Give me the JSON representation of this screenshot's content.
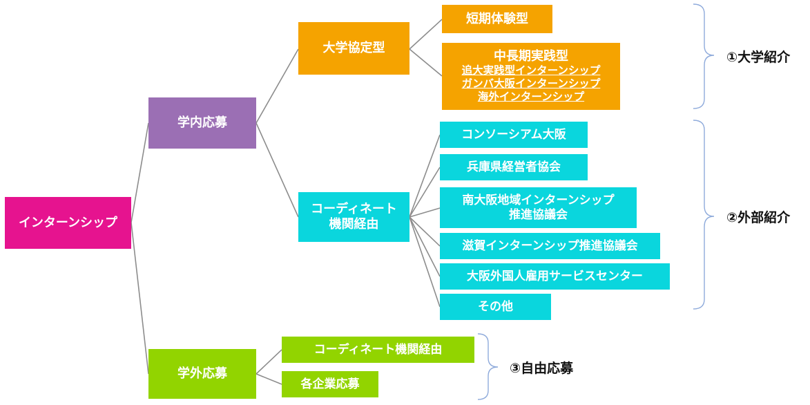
{
  "root": {
    "label": "インターンシップ",
    "color": "#e6138f"
  },
  "branches": {
    "internal": {
      "label": "学内応募",
      "color": "#9b6fb4"
    },
    "external": {
      "label": "学外応募",
      "color": "#92d400"
    }
  },
  "internal_children": {
    "agreement": {
      "label": "大学協定型",
      "color": "#f5a300"
    },
    "coordinate": {
      "label_line1": "コーディネート",
      "label_line2": "機関経由",
      "color": "#0ad6dd"
    }
  },
  "agreement_children": {
    "short": {
      "label": "短期体験型"
    },
    "long": {
      "title": "中長期実践型",
      "links": [
        "追大実践型インターンシップ",
        "ガンバ大阪インターンシップ",
        "海外インターンシップ"
      ]
    }
  },
  "coordinate_children": [
    {
      "label": "コンソーシアム大阪"
    },
    {
      "label": "兵庫県経営者協会"
    },
    {
      "label": "南大阪地域インターンシップ",
      "label2": "推進協議会"
    },
    {
      "label": "滋賀インターンシップ推進協議会"
    },
    {
      "label": "大阪外国人雇用サービスセンター"
    },
    {
      "label": "その他"
    }
  ],
  "external_children": [
    {
      "label": "コーディネート機関経由"
    },
    {
      "label": "各企業応募"
    }
  ],
  "brace_labels": {
    "university": "①大学紹介",
    "outside": "②外部紹介",
    "free": "③自由応募"
  },
  "line_color": "#8c8c8c"
}
